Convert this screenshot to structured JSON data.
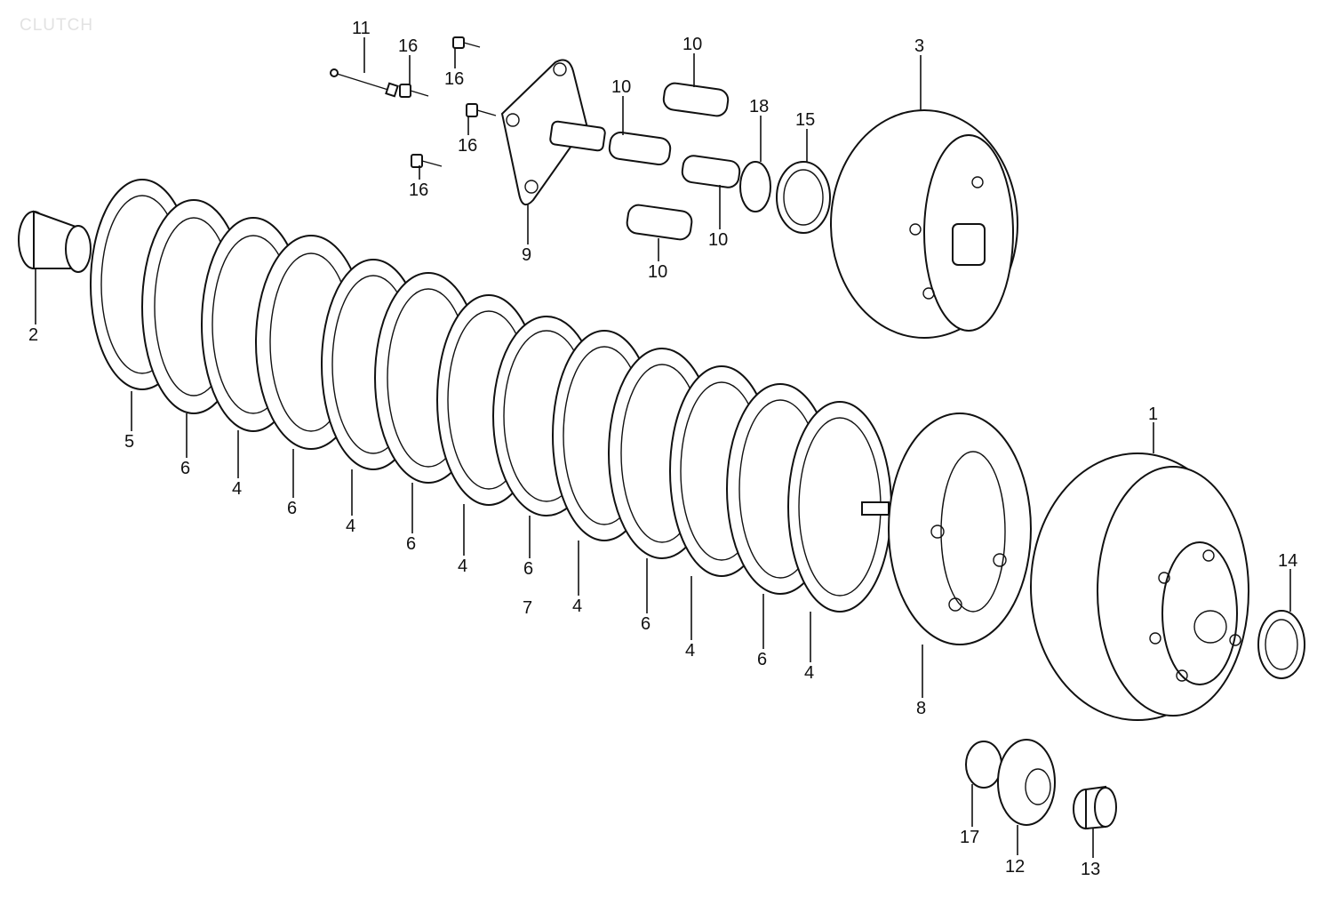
{
  "title": "CLUTCH",
  "labels": [
    {
      "id": "11a",
      "text": "11"
    },
    {
      "id": "16a",
      "text": "16"
    },
    {
      "id": "16b",
      "text": "16"
    },
    {
      "id": "16c",
      "text": "16"
    },
    {
      "id": "16d",
      "text": "16"
    },
    {
      "id": "10a",
      "text": "10"
    },
    {
      "id": "10b",
      "text": "10"
    },
    {
      "id": "10c",
      "text": "10"
    },
    {
      "id": "10d",
      "text": "10"
    },
    {
      "id": "18a",
      "text": "18"
    },
    {
      "id": "15a",
      "text": "15"
    },
    {
      "id": "3a",
      "text": "3"
    },
    {
      "id": "9a",
      "text": "9"
    },
    {
      "id": "2a",
      "text": "2"
    },
    {
      "id": "5a",
      "text": "5"
    },
    {
      "id": "6a",
      "text": "6"
    },
    {
      "id": "4a",
      "text": "4"
    },
    {
      "id": "6b",
      "text": "6"
    },
    {
      "id": "4b",
      "text": "4"
    },
    {
      "id": "6c",
      "text": "6"
    },
    {
      "id": "4c",
      "text": "4"
    },
    {
      "id": "6d",
      "text": "6"
    },
    {
      "id": "7a",
      "text": "7"
    },
    {
      "id": "4d",
      "text": "4"
    },
    {
      "id": "6e",
      "text": "6"
    },
    {
      "id": "4e",
      "text": "4"
    },
    {
      "id": "6f",
      "text": "6"
    },
    {
      "id": "4f",
      "text": "4"
    },
    {
      "id": "8a",
      "text": "8"
    },
    {
      "id": "1a",
      "text": "1"
    },
    {
      "id": "14a",
      "text": "14"
    },
    {
      "id": "17a",
      "text": "17"
    },
    {
      "id": "12a",
      "text": "12"
    },
    {
      "id": "13a",
      "text": "13"
    }
  ]
}
